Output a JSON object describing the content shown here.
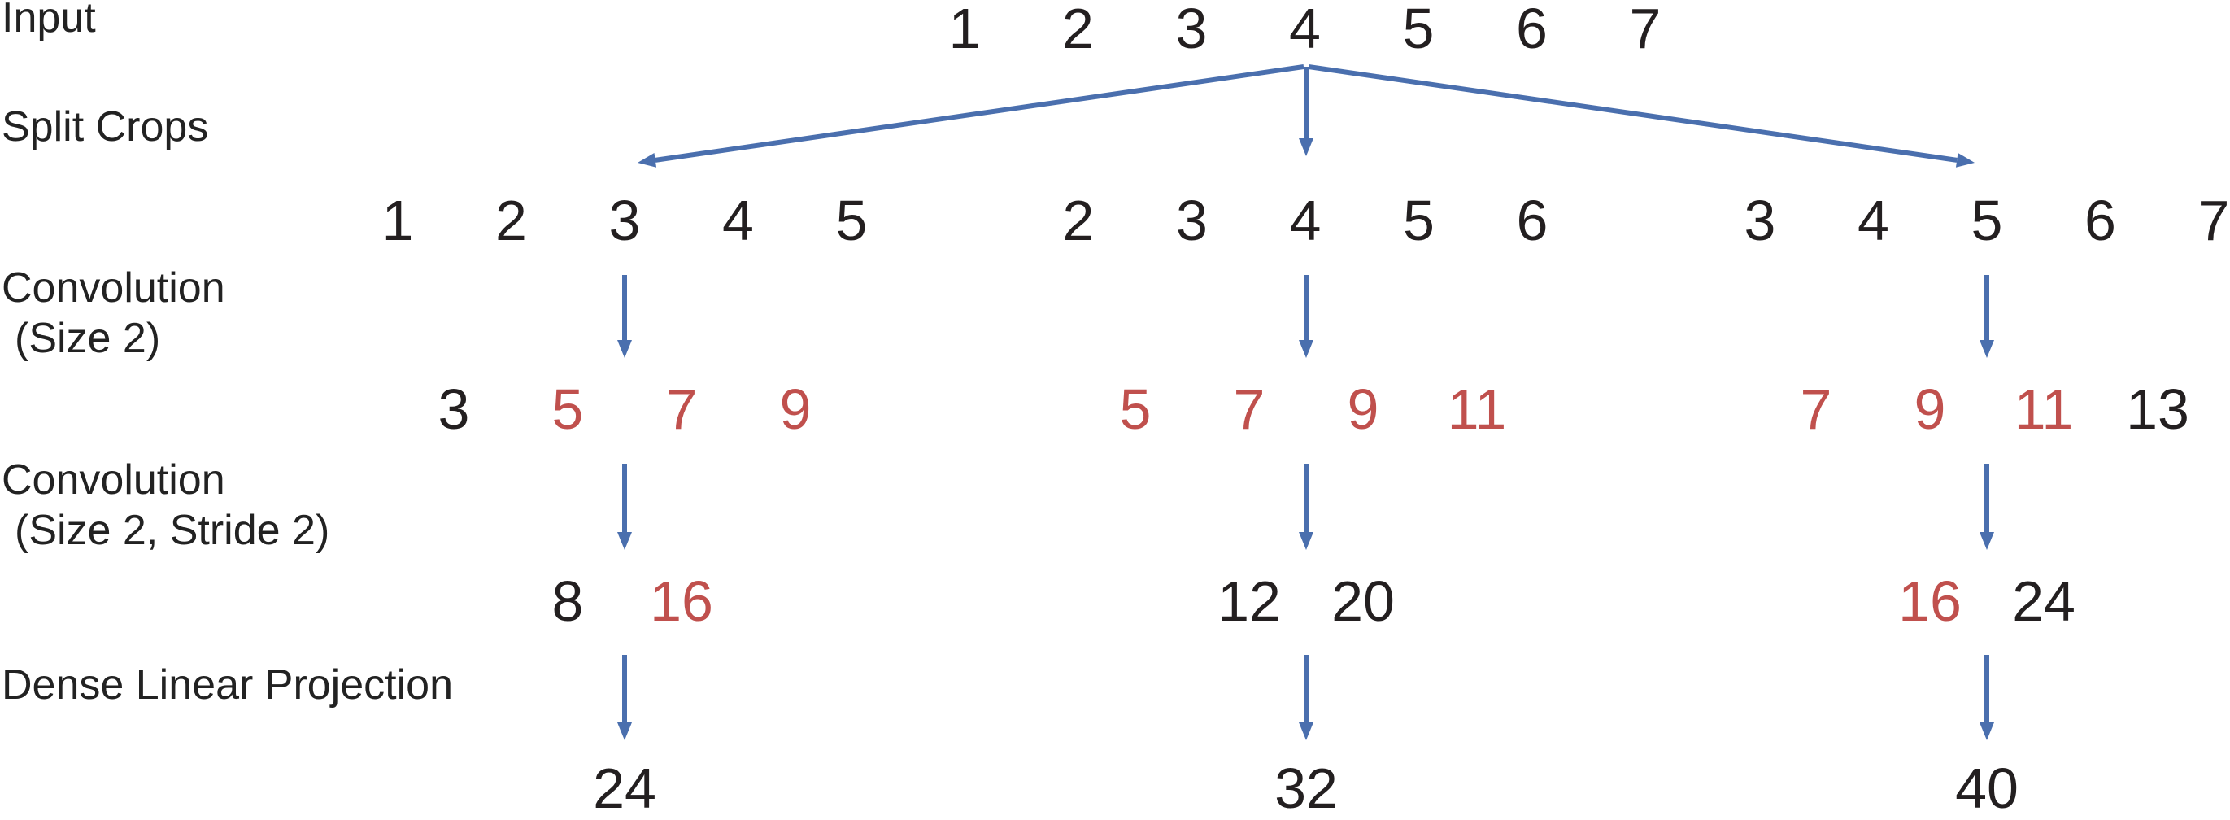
{
  "labels": {
    "input": "Input",
    "split_crops": "Split Crops",
    "conv1_line1": "Convolution",
    "conv1_line2": "(Size 2)",
    "conv2_line1": "Convolution",
    "conv2_line2": "(Size 2, Stride 2)",
    "dense": "Dense Linear Projection"
  },
  "input": [
    "1",
    "2",
    "3",
    "4",
    "5",
    "6",
    "7"
  ],
  "crops": [
    {
      "values": [
        "1",
        "2",
        "3",
        "4",
        "5"
      ],
      "conv1": [
        {
          "v": "3",
          "red": false
        },
        {
          "v": "5",
          "red": true
        },
        {
          "v": "7",
          "red": true
        },
        {
          "v": "9",
          "red": true
        }
      ],
      "conv2": [
        {
          "v": "8",
          "red": false
        },
        {
          "v": "16",
          "red": true
        }
      ],
      "dense": "24"
    },
    {
      "values": [
        "2",
        "3",
        "4",
        "5",
        "6"
      ],
      "conv1": [
        {
          "v": "5",
          "red": true
        },
        {
          "v": "7",
          "red": true
        },
        {
          "v": "9",
          "red": true
        },
        {
          "v": "11",
          "red": true
        }
      ],
      "conv2": [
        {
          "v": "12",
          "red": false
        },
        {
          "v": "20",
          "red": false
        }
      ],
      "dense": "32"
    },
    {
      "values": [
        "3",
        "4",
        "5",
        "6",
        "7"
      ],
      "conv1": [
        {
          "v": "7",
          "red": true
        },
        {
          "v": "9",
          "red": true
        },
        {
          "v": "11",
          "red": true
        },
        {
          "v": "13",
          "red": false
        }
      ],
      "conv2": [
        {
          "v": "16",
          "red": true
        },
        {
          "v": "24",
          "red": false
        }
      ],
      "dense": "40"
    }
  ],
  "colors": {
    "text": "#231f20",
    "highlight": "#c0504d",
    "arrow": "#4a6fae"
  }
}
